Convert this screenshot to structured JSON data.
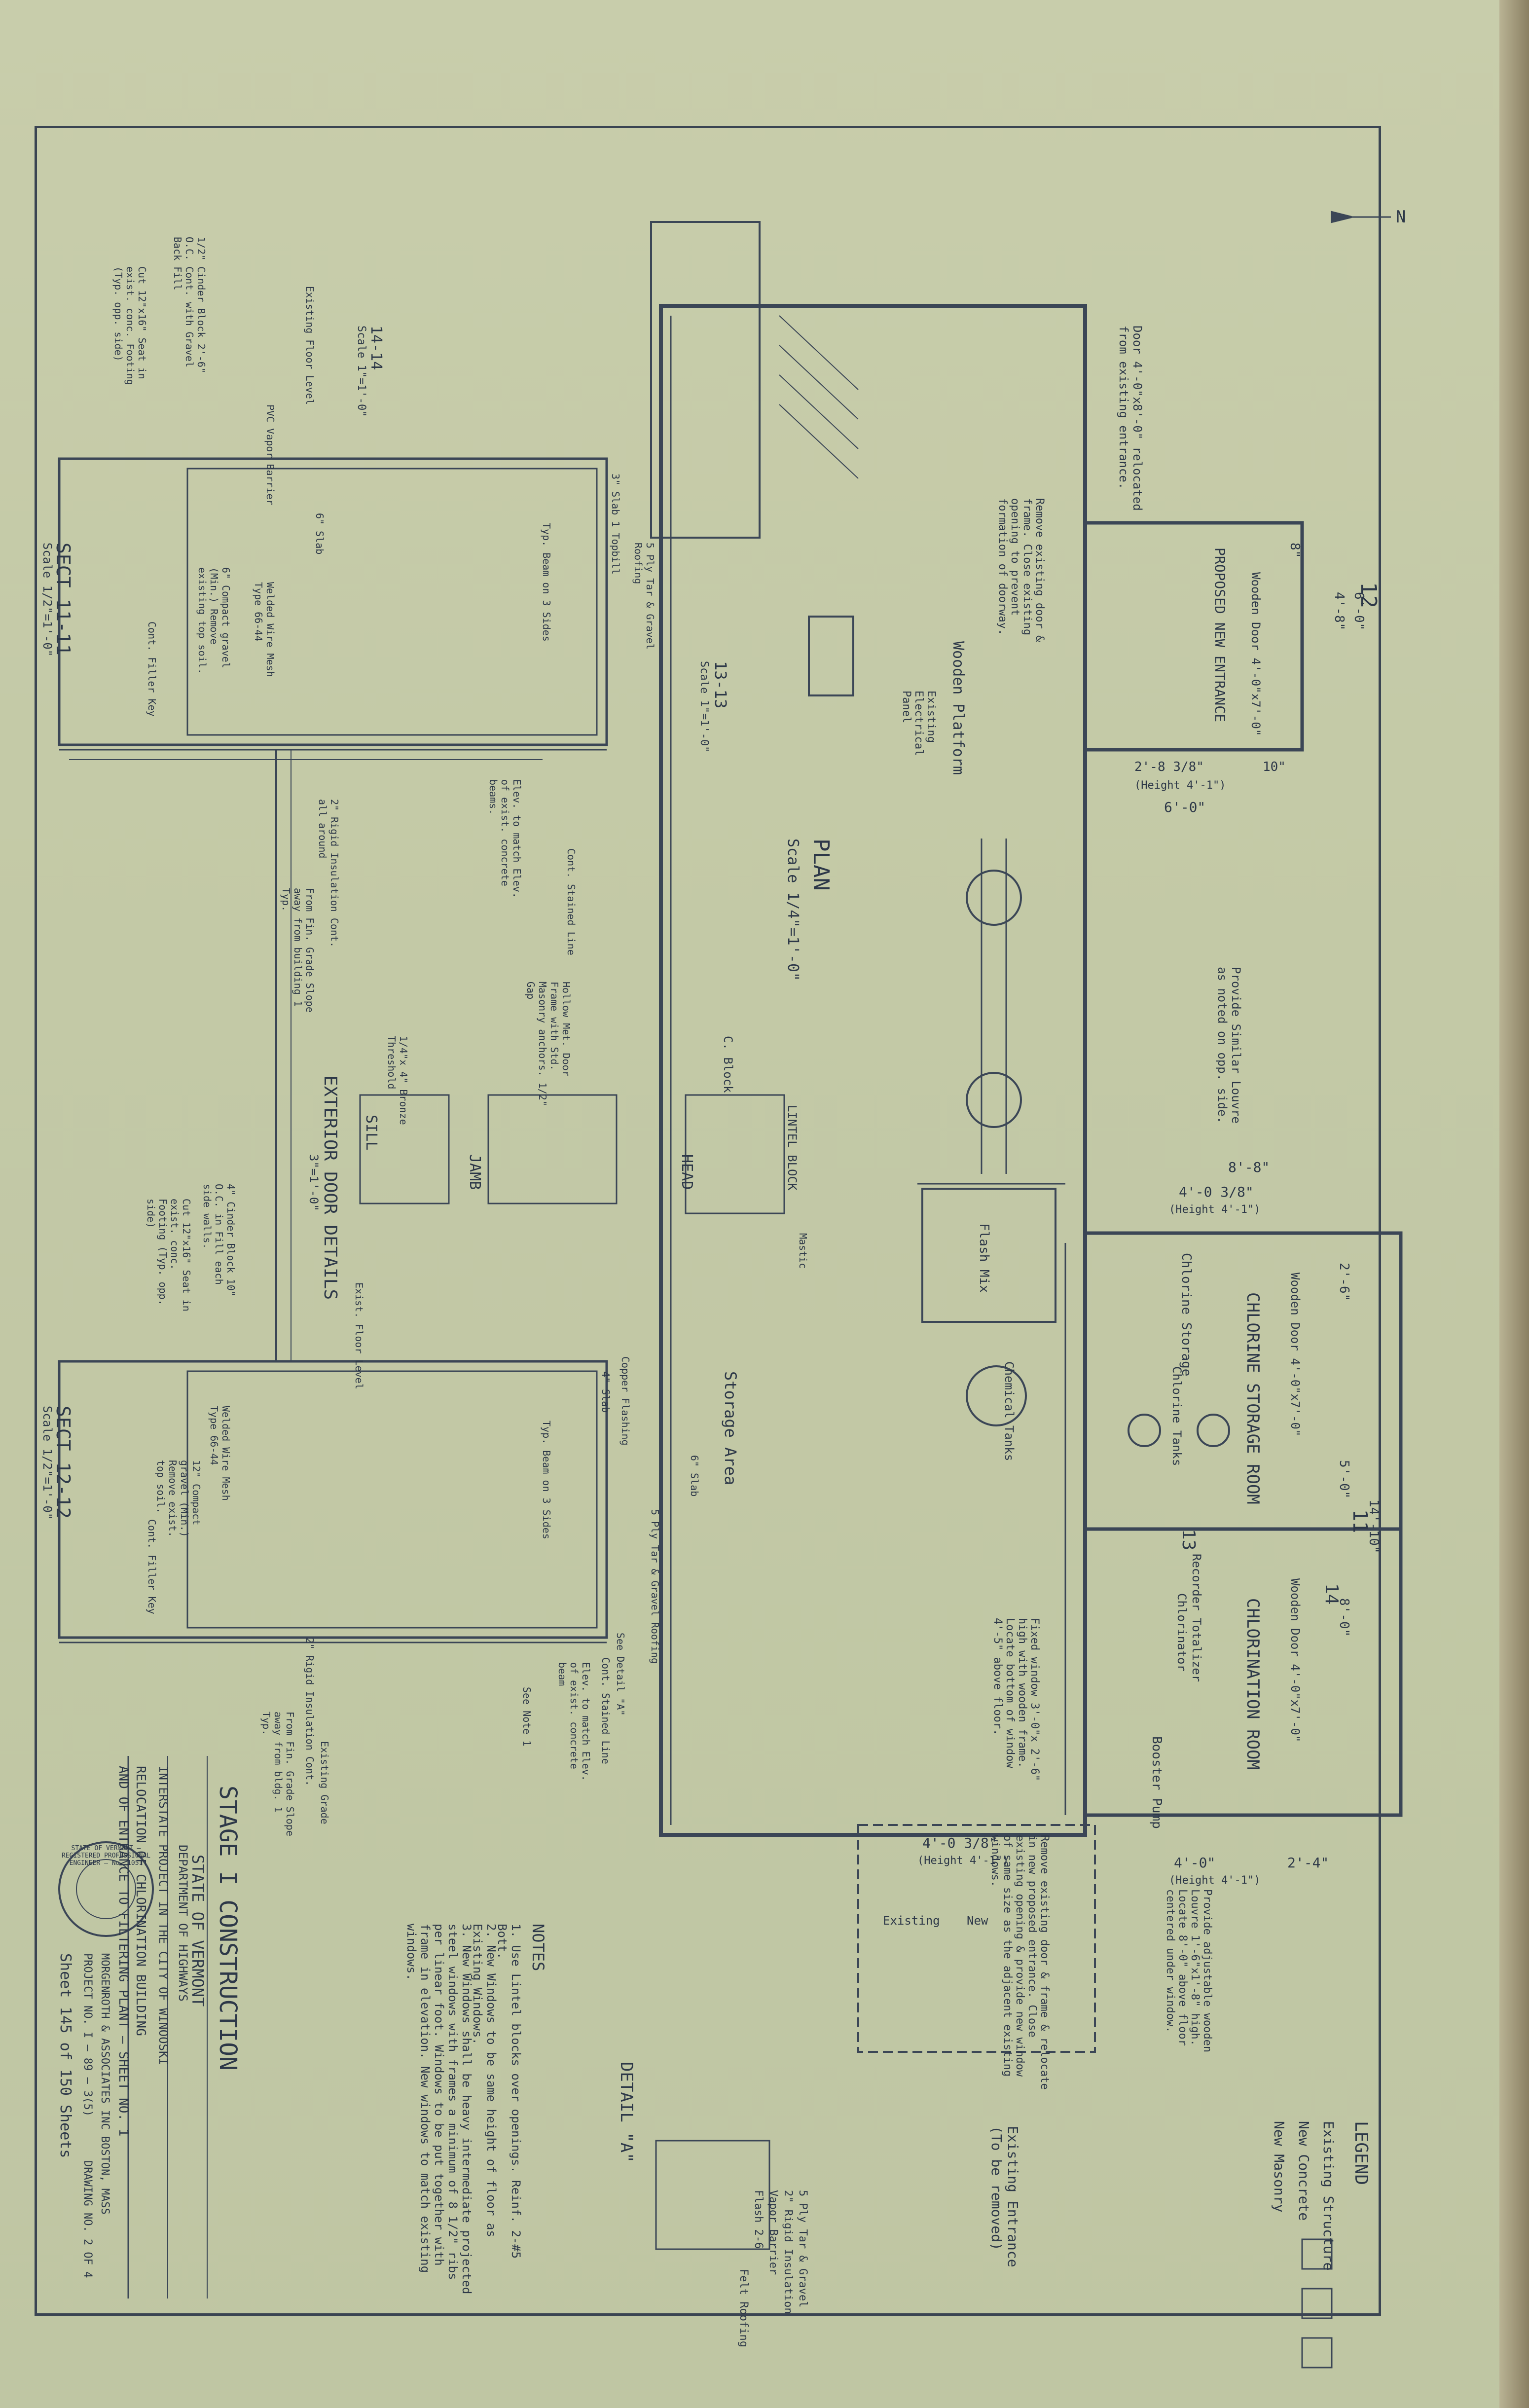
{
  "plan": {
    "title": "PLAN",
    "scale": "Scale 1/4\"=1'-0\""
  },
  "north": "N",
  "rooms": {
    "chlorine_storage": "CHLORINE STORAGE ROOM",
    "chlorination": "CHLORINATION ROOM",
    "chlorine_storage_small": "Chlorine Storage",
    "chlorine_tanks": "Chlorine Tanks",
    "booster_pump": "Booster Pump",
    "chlorinator": "Chlorinator",
    "recorder": "Recorder Totalizer",
    "storage_area": "Storage Area",
    "chemical_tanks": "Chemical Tanks",
    "flash_mix": "Flash Mix",
    "wooden_platform": "Wooden Platform",
    "proposed_entrance": "PROPOSED NEW ENTRANCE"
  },
  "dimensions": {
    "d1": "8'-8\"",
    "d2": "4'-0 3/8\"",
    "d2h": "(Height 4'-1\")",
    "d3": "4'-0\"",
    "d3h": "(Height 4'-1\")",
    "d4": "2'-4\"",
    "d5": "4'-0 3/8\"",
    "d5h": "(Height 4'-1\")",
    "d6": "6'-0\"",
    "d7": "2'-8 3/8\"",
    "d7h": "(Height 4'-1\")",
    "d8": "10\"",
    "d9": "8\"",
    "d10": "4'-8\"",
    "d11": "6'-0\"",
    "d12": "8'-0\"",
    "d13": "14'-10\"",
    "d14": "5'-0\"",
    "d15": "2'-6\""
  },
  "doors": {
    "door1": "Wooden Door 4'-0\"x7'-0\"",
    "door2": "Wooden Door 4'-0\"x7'-0\"",
    "door3": "Wooden Door 4'-0\"x7'-0\"",
    "relocated": "Door 4'-0\"x8'-0\" relocated from existing entrance."
  },
  "plan_notes": {
    "louvre": "Provide Similar Louvre as noted on opp. side.",
    "remove_door": "Remove existing door & frame & relocate in new proposed entrance. Close existing opening & provide new window of same size as the adjacent existing windows.",
    "existing_entrance": "Existing Entrance (To be removed)",
    "existing": "Existing",
    "new": "New",
    "adjustable_louvre": "Provide adjustable wooden Louvre 1'-6\"x1'-8\" high. Locate 8'-0\" above floor centered under window.",
    "fixed_window": "Fixed window 3'-0\"x 2'-6\" high with wooden frame. Locate bottom of window 4'-5\" above floor.",
    "existing_door_opening": "Remove existing door & frame. Close existing opening to prevent formation of doorway.",
    "electrical_panel": "Existing Electrical Panel",
    "c_block": "C. Block",
    "lintel_block": "LINTEL BLOCK"
  },
  "legend": {
    "title": "LEGEND",
    "items": [
      "Existing Structure",
      "New Concrete",
      "New Masonry"
    ]
  },
  "notes": {
    "title": "NOTES",
    "items": [
      "1. Use Lintel blocks over openings. Reinf. 2-#5 Bott.",
      "2. New Windows to be same height of floor as Existing Windows.",
      "3. New Windows shall be heavy intermediate projected steel windows with frames a minimum of 8 1/2\" ribs per linear foot. Windows to be put together with frame in elevation. New windows to match existing windows."
    ]
  },
  "detail_a": {
    "title": "DETAIL \"A\"",
    "labels": [
      "5 Ply Tar & Gravel",
      "2\" Rigid Insulation",
      "Vapor Barrier",
      "Felt Roofing",
      "Flash 2-6"
    ]
  },
  "sections": {
    "s11": {
      "title": "SECT 11-11",
      "scale": "Scale 1/2\"=1'-0\""
    },
    "s12": {
      "title": "SECT 12-12",
      "scale": "Scale 1/2\"=1'-0\""
    },
    "s13": {
      "title": "13-13",
      "scale": "Scale 1\"=1'-0\""
    },
    "s14": {
      "title": "14-14",
      "scale": "Scale 1\"=1'-0\""
    }
  },
  "section_notes": {
    "s11": [
      "Cut 12\"x16\" Seat in exist. conc. Footing (Typ. opp. side)",
      "1/2\" Cinder Block 2'-6\" O.C. Cont. with Gravel Back Fill",
      "Existing Floor Level",
      "PVC Vapor Barrier",
      "Welded Wire Mesh Type 66-44",
      "6\" Slab",
      "6\" Compact gravel (Min.) Remove existing top soil.",
      "Cont. Filler Key",
      "2\" Rigid Insulation Cont. all around",
      "From Fin. Grade Slope away from building 1 Typ.",
      "5 Ply Tar & Gravel Roofing",
      "3\" Slab 1 Topbill",
      "Typ. Beam on 3 Sides",
      "Elev. to match Elev. of exist. concrete beams.",
      "Cont. Stained Line",
      "Hollow Met. Door Frame with Std. Masonry anchors. 1/2\" Gap"
    ],
    "s12": [
      "Cut 12\"x16\" Seat in exist. conc. Footing (Typ. opp. side)",
      "4\" Cinder Block 10\" O.C. in Fill each side walls.",
      "Welded Wire Mesh Type 66-44",
      "12\" Compact gravel (Min.) Remove exist. top soil.",
      "Cont. Filler Key",
      "2\" Rigid Insulation Cont.",
      "Existing Grade",
      "From Fin. Grade Slope away from bldg. 1 Typ.",
      "Copper Flashing",
      "4\" Slab",
      "Typ. Beam on 3 Sides",
      "6\" Slab",
      "5 Ply Tar & Gravel Roofing",
      "See Detail \"A\"",
      "Cont. Stained Line",
      "Elev. to match Elev. of exist. concrete beam",
      "See Note 1"
    ]
  },
  "exterior_door": {
    "title": "EXTERIOR DOOR DETAILS",
    "scale": "3\"=1'-0\"",
    "sill": "SILL",
    "jamb": "JAMB",
    "head": "HEAD",
    "bronze": "1/4\"x 4\" Bronze Threshold",
    "mastic": "Mastic",
    "existing_floor": "Exist. Floor Level"
  },
  "title_block": {
    "stage": "STAGE I CONSTRUCTION",
    "state": "STATE OF VERMONT",
    "dept": "DEPARTMENT OF HIGHWAYS",
    "interstate": "INTERSTATE PROJECT IN THE CITY OF WINOOSKI",
    "relocation": "RELOCATION OF CHLORINATION BUILDING",
    "entrance": "AND OF ENTRANCE TO FILTERING PLANT — SHEET NO. 1",
    "firm": "MORGENROTH & ASSOCIATES INC BOSTON, MASS",
    "project": "PROJECT NO. I — 89 — 3(5)",
    "drawing": "DRAWING NO. 2 OF 4",
    "sheet": "Sheet 145 of 150 Sheets"
  },
  "seal": {
    "text": "STATE OF VERMONT — REGISTERED PROFESSIONAL ENGINEER — No. 1051"
  },
  "markers": {
    "m11": "11",
    "m12": "12",
    "m13": "13",
    "m14": "14"
  }
}
